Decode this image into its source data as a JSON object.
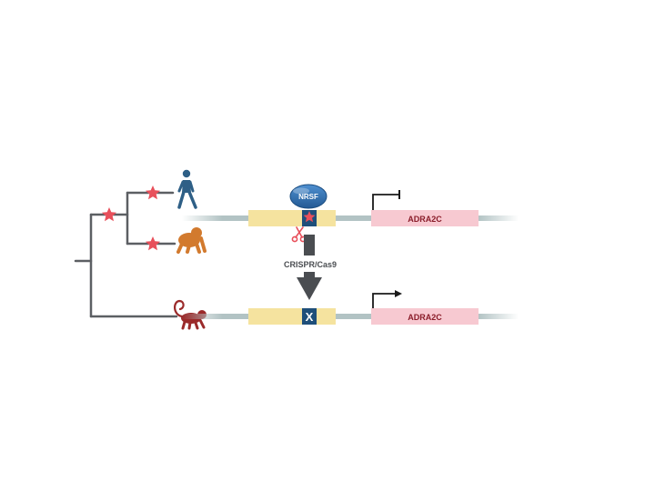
{
  "diagram": {
    "repressor_label": "NRSF",
    "method_label": "CRISPR/Cas9",
    "gene_label_top": "ADRA2C",
    "gene_label_bottom": "ADRA2C",
    "knockout_mark": "X",
    "icons": {
      "human": "walking-human-icon",
      "chimp": "chimpanzee-icon",
      "monkey": "monkey-icon",
      "scissors": "scissors-icon",
      "star": "star-icon"
    },
    "colors": {
      "tree": "#5c5f63",
      "star": "#e8505b",
      "dna_strand": "#b2c3c4",
      "enhancer_box": "#f5e39f",
      "gene_box": "#f7c9d1",
      "gene_text": "#8a1d2a",
      "site_box": "#1f4f7a",
      "nrsf": "#2f6fad",
      "arrow": "#4a4d51",
      "human": "#2e5f86",
      "chimp": "#d27a2e",
      "monkey": "#9b2a2a"
    }
  }
}
